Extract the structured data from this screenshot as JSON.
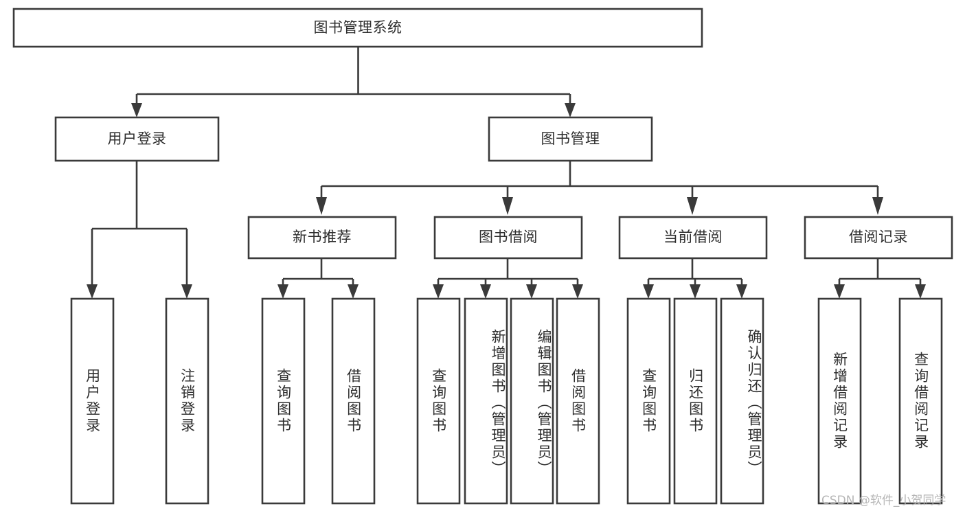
{
  "diagram": {
    "title": "图书管理系统",
    "type": "hierarchy-tree",
    "orientation": "top-down",
    "colors": {
      "background": "#ffffff",
      "box_stroke": "#3a3a3a",
      "box_fill": "#ffffff",
      "text": "#2e2e2e",
      "connector": "#3a3a3a",
      "watermark": "#b6b6b6"
    },
    "levels": [
      {
        "level": 1,
        "nodes": [
          {
            "id": "root",
            "label": "图书管理系统",
            "orientation": "horizontal"
          }
        ]
      },
      {
        "level": 2,
        "nodes": [
          {
            "id": "login",
            "label": "用户登录",
            "orientation": "horizontal",
            "parent": "root"
          },
          {
            "id": "bookmgmt",
            "label": "图书管理",
            "orientation": "horizontal",
            "parent": "root"
          }
        ]
      },
      {
        "level": 3,
        "nodes": [
          {
            "id": "newbook",
            "label": "新书推荐",
            "orientation": "horizontal",
            "parent": "bookmgmt"
          },
          {
            "id": "borrow",
            "label": "图书借阅",
            "orientation": "horizontal",
            "parent": "bookmgmt"
          },
          {
            "id": "current",
            "label": "当前借阅",
            "orientation": "horizontal",
            "parent": "bookmgmt"
          },
          {
            "id": "records",
            "label": "借阅记录",
            "orientation": "horizontal",
            "parent": "bookmgmt"
          }
        ]
      },
      {
        "level": 4,
        "nodes": [
          {
            "id": "leaf-1",
            "label": "用户登录",
            "orientation": "vertical",
            "parent": "login"
          },
          {
            "id": "leaf-2",
            "label": "注销登录",
            "orientation": "vertical",
            "parent": "login"
          },
          {
            "id": "leaf-3",
            "label": "查询图书",
            "orientation": "vertical",
            "parent": "newbook"
          },
          {
            "id": "leaf-4",
            "label": "借阅图书",
            "orientation": "vertical",
            "parent": "newbook"
          },
          {
            "id": "leaf-5",
            "label": "查询图书",
            "orientation": "vertical",
            "parent": "borrow"
          },
          {
            "id": "leaf-6",
            "label": "新增图书（管理员）",
            "orientation": "vertical",
            "parent": "borrow"
          },
          {
            "id": "leaf-7",
            "label": "编辑图书（管理员）",
            "orientation": "vertical",
            "parent": "borrow"
          },
          {
            "id": "leaf-8",
            "label": "借阅图书",
            "orientation": "vertical",
            "parent": "borrow"
          },
          {
            "id": "leaf-9",
            "label": "查询图书",
            "orientation": "vertical",
            "parent": "current"
          },
          {
            "id": "leaf-10",
            "label": "归还图书",
            "orientation": "vertical",
            "parent": "current"
          },
          {
            "id": "leaf-11",
            "label": "确认归还（管理员）",
            "orientation": "vertical",
            "parent": "current"
          },
          {
            "id": "leaf-12",
            "label": "新增借阅记录",
            "orientation": "vertical",
            "parent": "records"
          },
          {
            "id": "leaf-13",
            "label": "查询借阅记录",
            "orientation": "vertical",
            "parent": "records"
          }
        ]
      }
    ]
  },
  "watermark": {
    "text": "CSDN @软件_小贺同学"
  }
}
